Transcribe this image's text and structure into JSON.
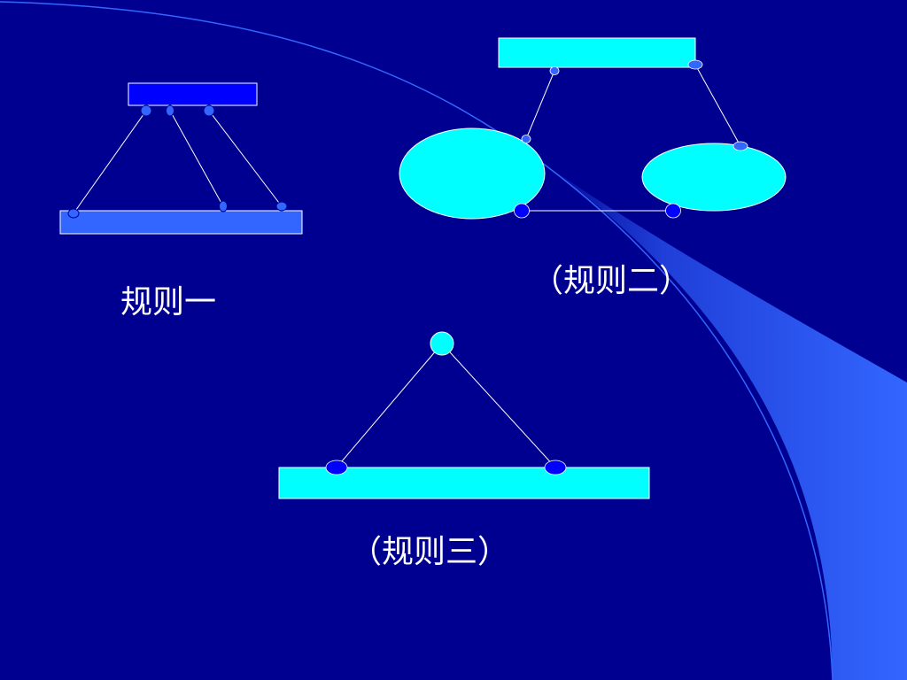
{
  "slide": {
    "background_color": "#000090",
    "swoosh_color": "#3366ff",
    "accent_color": "#00ffff",
    "link_color": "#ffffff"
  },
  "diagrams": {
    "rule_1": {
      "label": "规则一"
    },
    "rule_2": {
      "label": "（规则二）"
    },
    "rule_3": {
      "label": "（规则三）"
    }
  }
}
